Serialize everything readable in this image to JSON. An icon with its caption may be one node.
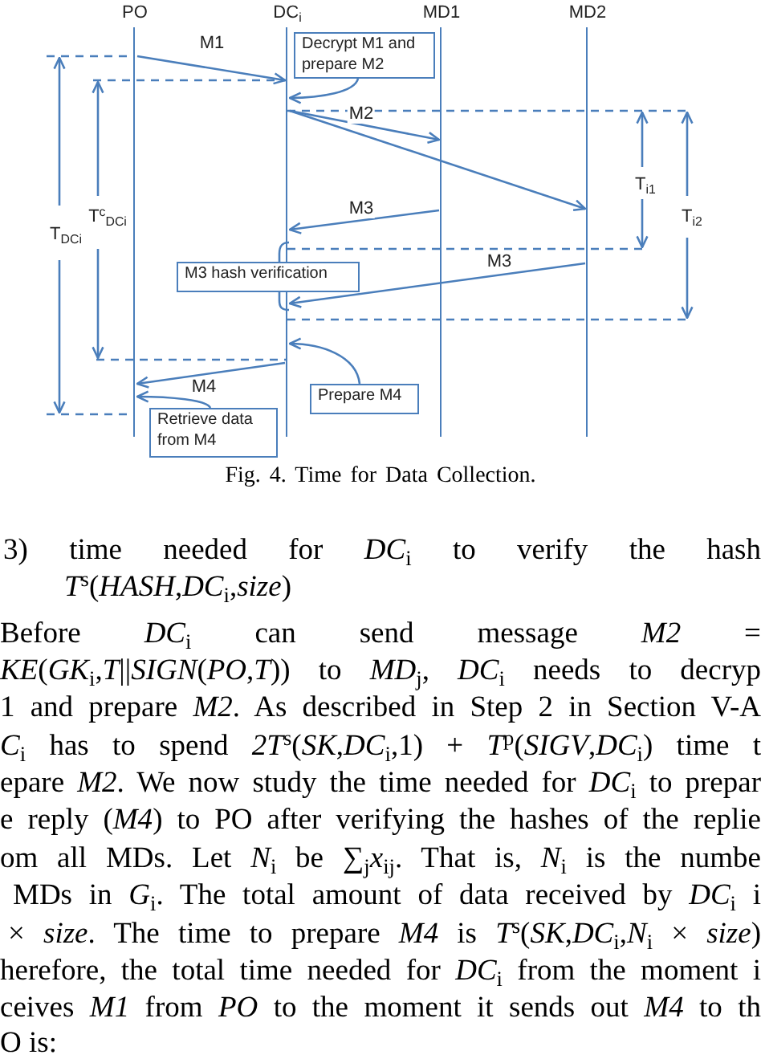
{
  "diagram": {
    "caption": "Fig. 4. Time for Data Collection.",
    "nodes": [
      {
        "text": [
          "PO"
        ]
      },
      {
        "text": [
          "DC$_{i}$"
        ]
      },
      {
        "text": [
          "MD1"
        ]
      },
      {
        "text": [
          "MD2"
        ]
      },
      {
        "text": [
          "Decrypt M1 and prepare M2"
        ]
      },
      {
        "text": [
          "M3 hash verification"
        ]
      },
      {
        "text": [
          "Prepare M4"
        ]
      },
      {
        "text": [
          "Retrieve data from M4"
        ]
      }
    ],
    "edges": [
      {
        "from": 0,
        "to": 1,
        "arrow": "to",
        "label": "M1"
      },
      {
        "from": 1,
        "to": 2,
        "arrow": "to",
        "label": "M2"
      },
      {
        "from": 1,
        "to": 3,
        "arrow": "to"
      },
      {
        "from": 2,
        "to": 1,
        "arrow": "to",
        "label": "M3"
      },
      {
        "from": 3,
        "to": 1,
        "arrow": "to",
        "label": "M3"
      },
      {
        "from": 1,
        "to": 0,
        "arrow": "to",
        "label": "M4"
      },
      {
        "from": 4,
        "to": 1,
        "arrow": "to"
      },
      {
        "from": 6,
        "to": 1,
        "arrow": "to"
      },
      {
        "from": 7,
        "to": 0,
        "arrow": "to"
      }
    ],
    "labels": [
      "T$_{DCi}$",
      "T$^{c}$$_{DCi}$",
      "T$_{i1}$",
      "T$_{i2}$",
      "3) time needed for *DC*$_{i}$ to verify the hash",
      "*T*$^{s}$(*HASH*,*DC*$_{i}$,*size*)",
      "Before *DC*$_{i}$ can send message *M2* =",
      "*KE*(*GK*$_{i}$,*T*||*SIGN*(*PO*,*T*)) to *MD*$_{j}$, *DC*$_{i}$ needs to decryp",
      "1 and prepare *M2*. As described in Step 2 in Section V-A",
      "*C*$_{i}$ has to spend *2T*$^{s}$(*SK*,*DC*$_{i}$,1) + *T*$^{p}$(*SIGV*,*DC*$_{i}$) time t",
      "epare *M2*. We now study the time needed for *DC*$_{i}$ to prepar",
      "e reply (*M4*) to PO after verifying the hashes of the replie",
      "om all MDs. Let *N*$_{i}$ be ∑$_{j}$*x*$_{ij}$. That is, *N*$_{i}$ is the numbe",
      "MDs in *G*$_{i}$. The total amount of data received by *DC*$_{i}$ i",
      "× *size*. The time to prepare *M4* is *T*$^{s}$(*SK*,*DC*$_{i}$,*N*$_{i}$ × *size*)",
      "herefore, the total time needed for *DC*$_{i}$ from the moment i",
      "ceives *M1* from *PO* to the moment it sends out *M4* to th",
      "O is:"
    ]
  }
}
